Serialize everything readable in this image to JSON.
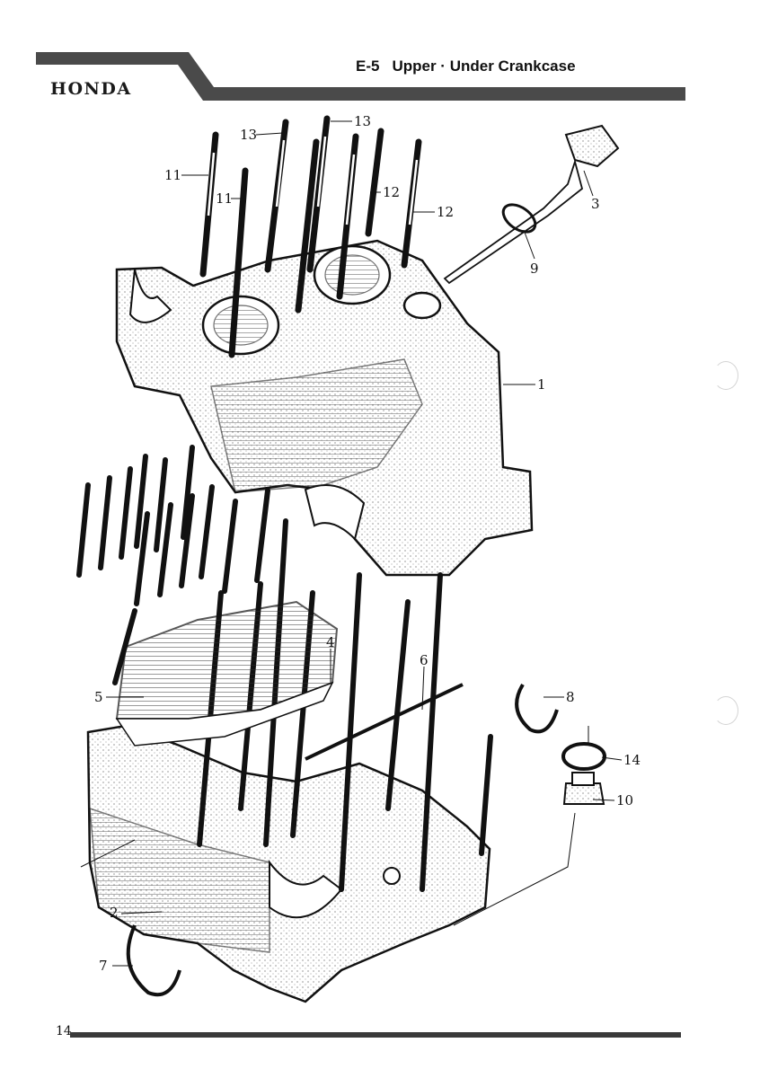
{
  "header": {
    "brand": "HONDA",
    "section_code": "E-5",
    "section_title": "Upper · Under Crankcase"
  },
  "callouts": {
    "c1": "1",
    "c2": "2",
    "c3": "3",
    "c4": "4",
    "c5": "5",
    "c6": "6",
    "c7": "7",
    "c8": "8",
    "c9": "9",
    "c10": "10",
    "c11a": "11",
    "c11b": "11",
    "c12a": "12",
    "c12b": "12",
    "c13a": "13",
    "c13b": "13",
    "c14": "14"
  },
  "footer": {
    "page_number": "14"
  }
}
